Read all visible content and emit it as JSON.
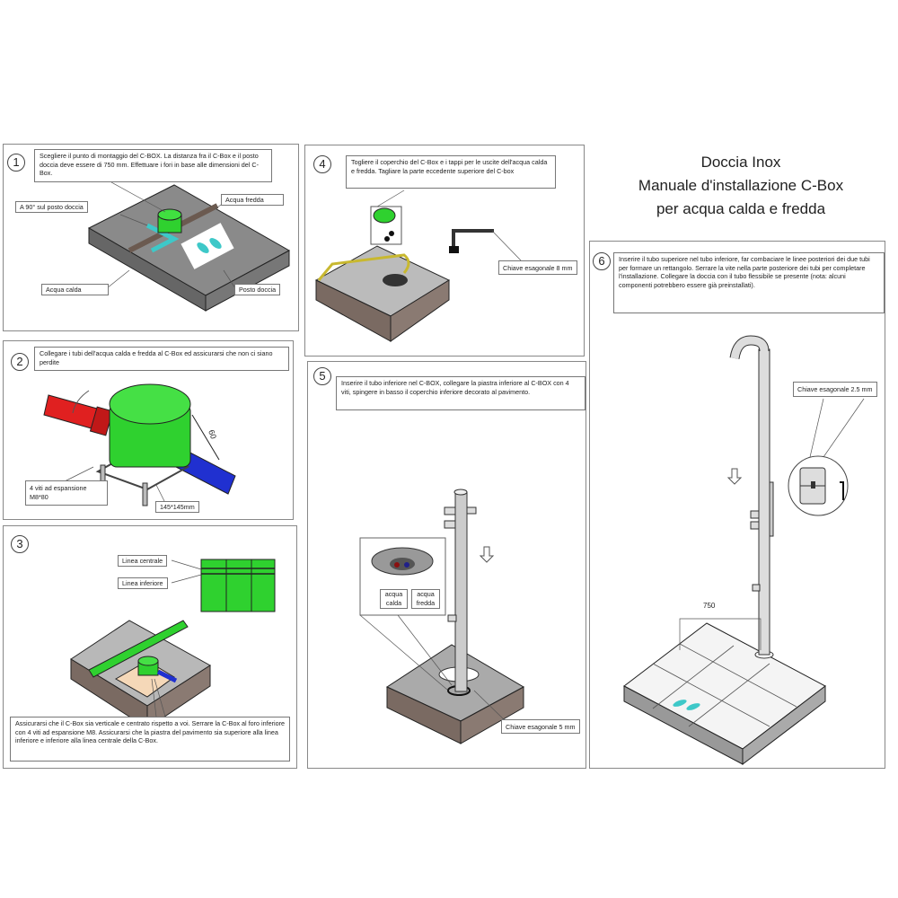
{
  "title": {
    "line1": "Doccia Inox",
    "line2": "Manuale d'installazione C-Box",
    "line3": "per acqua calda e fredda"
  },
  "steps": [
    {
      "number": "1",
      "text": "Scegliere il punto di montaggio del C-BOX. La distanza fra il C-Box e il posto doccia deve essere di 750 mm. Effettuare i fori in base alle dimensioni del C-Box.",
      "labels": {
        "angle": "A 90° sul posto doccia",
        "cold": "Acqua fredda",
        "hot": "Acqua calda",
        "shower": "Posto doccia"
      }
    },
    {
      "number": "2",
      "text": "Collegare i tubi dell'acqua calda e fredda al C-Box ed assicurarsi che non ci siano perdite",
      "labels": {
        "screws": "4 viti ad espansione M8*80",
        "size": "145*145mm",
        "dimension": "60"
      }
    },
    {
      "number": "3",
      "text": "Assicurarsi che il C-Box sia verticale e centrato rispetto a voi. Serrare la C-Box al foro inferiore con 4 viti ad espansione M8. Assicurarsi che la piastra del pavimento sia superiore alla linea inferiore e inferiore alla linea centrale della C-Box.",
      "labels": {
        "center": "Linea centrale",
        "lower": "Linea inferiore"
      }
    },
    {
      "number": "4",
      "text": "Togliere il coperchio del C-Box e i tappi per le uscite dell'acqua calda e fredda. Tagliare la parte eccedente superiore del C-box",
      "labels": {
        "key": "Chiave esagonale 8 mm"
      }
    },
    {
      "number": "5",
      "text": "Inserire il tubo inferiore nel C-BOX, collegare la piastra inferiore al C-BOX con 4 viti, spingere in basso il coperchio inferiore decorato al pavimento.",
      "labels": {
        "hot": "acqua calda",
        "cold": "acqua fredda",
        "key": "Chiave esagonale 5 mm"
      }
    },
    {
      "number": "6",
      "text": "Inserire il tubo superiore nel tubo inferiore, far combaciare le linee posteriori dei due tubi per formare un rettangolo. Serrare la vite nella parte posteriore dei tubi per completare l'installazione. Collegare la doccia con il tubo flessibile se presente (nota: alcuni componenti potrebbero essere già preinstallati).",
      "labels": {
        "key": "Chiave esagonale 2.5 mm",
        "distance": "750"
      }
    }
  ],
  "colors": {
    "cbox_green": "#2fd12f",
    "hot_red": "#e02020",
    "cold_blue": "#2030d0",
    "teal": "#3ec8c8",
    "floor": "#999999"
  }
}
